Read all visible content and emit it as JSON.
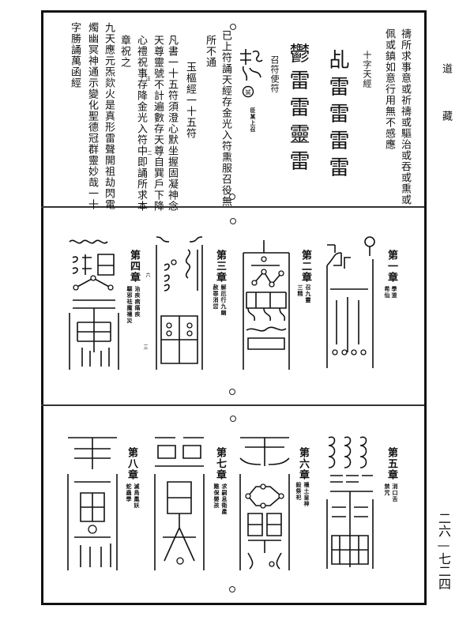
{
  "margin": {
    "book_title_1": "道",
    "book_title_2": "藏",
    "page_number": "二六—七二四"
  },
  "top_section": {
    "columns": [
      "禱所求事意或祈禱或驅治或吞或熏或",
      "佩或鎮如意行用無不感應",
      "十字天經",
      "召符使符",
      "已上符誦天經存金光入符熏服召役無",
      "所不通",
      "玉樞經一十五符",
      "凡書一十五符須澄心默坐握固凝神念",
      "天尊靈號不計遍數存天尊自巽戶下降",
      "心禮祝事存降金光入符中即誦所求本",
      "章祝之",
      "九天應元炁欻火是真形雷聲開祖劫閃電",
      "燭幽冥神通示變化聖德冠群靈妙哉一十",
      "字勝誦萬函經"
    ],
    "seal_script_glyphs": "乩雷雷雷雷",
    "seal_script_glyphs_2": "鬱雷雷靈雷",
    "side_note": "臣某上召",
    "seal_glyph": "誠",
    "small_marks": [
      "注",
      "二"
    ]
  },
  "middle_section": {
    "chapters": [
      {
        "title": "第一章",
        "subtitle": [
          "學道",
          "希仙"
        ]
      },
      {
        "title": "第二章",
        "subtitle": [
          "召九靈",
          "三精"
        ]
      },
      {
        "title": "第三章",
        "subtitle": [
          "解厄行九幽",
          "赦罪消愆"
        ]
      },
      {
        "title": "第四章",
        "subtitle": [
          "治疾病痛疾",
          "驅邪祛魔禳災"
        ],
        "marks": [
          "六",
          "三"
        ]
      }
    ]
  },
  "bottom_section": {
    "chapters": [
      {
        "title": "第五章",
        "subtitle": [
          "消口舌",
          "禁咒"
        ]
      },
      {
        "title": "第六章",
        "subtitle": [
          "禳土皇神",
          "殺祭祀"
        ]
      },
      {
        "title": "第七章",
        "subtitle": [
          "求嗣息衛產",
          "難保嬰孩"
        ]
      },
      {
        "title": "第八章",
        "subtitle": [
          "滅鳥鳳妖",
          "蛇蟲學"
        ]
      }
    ]
  }
}
